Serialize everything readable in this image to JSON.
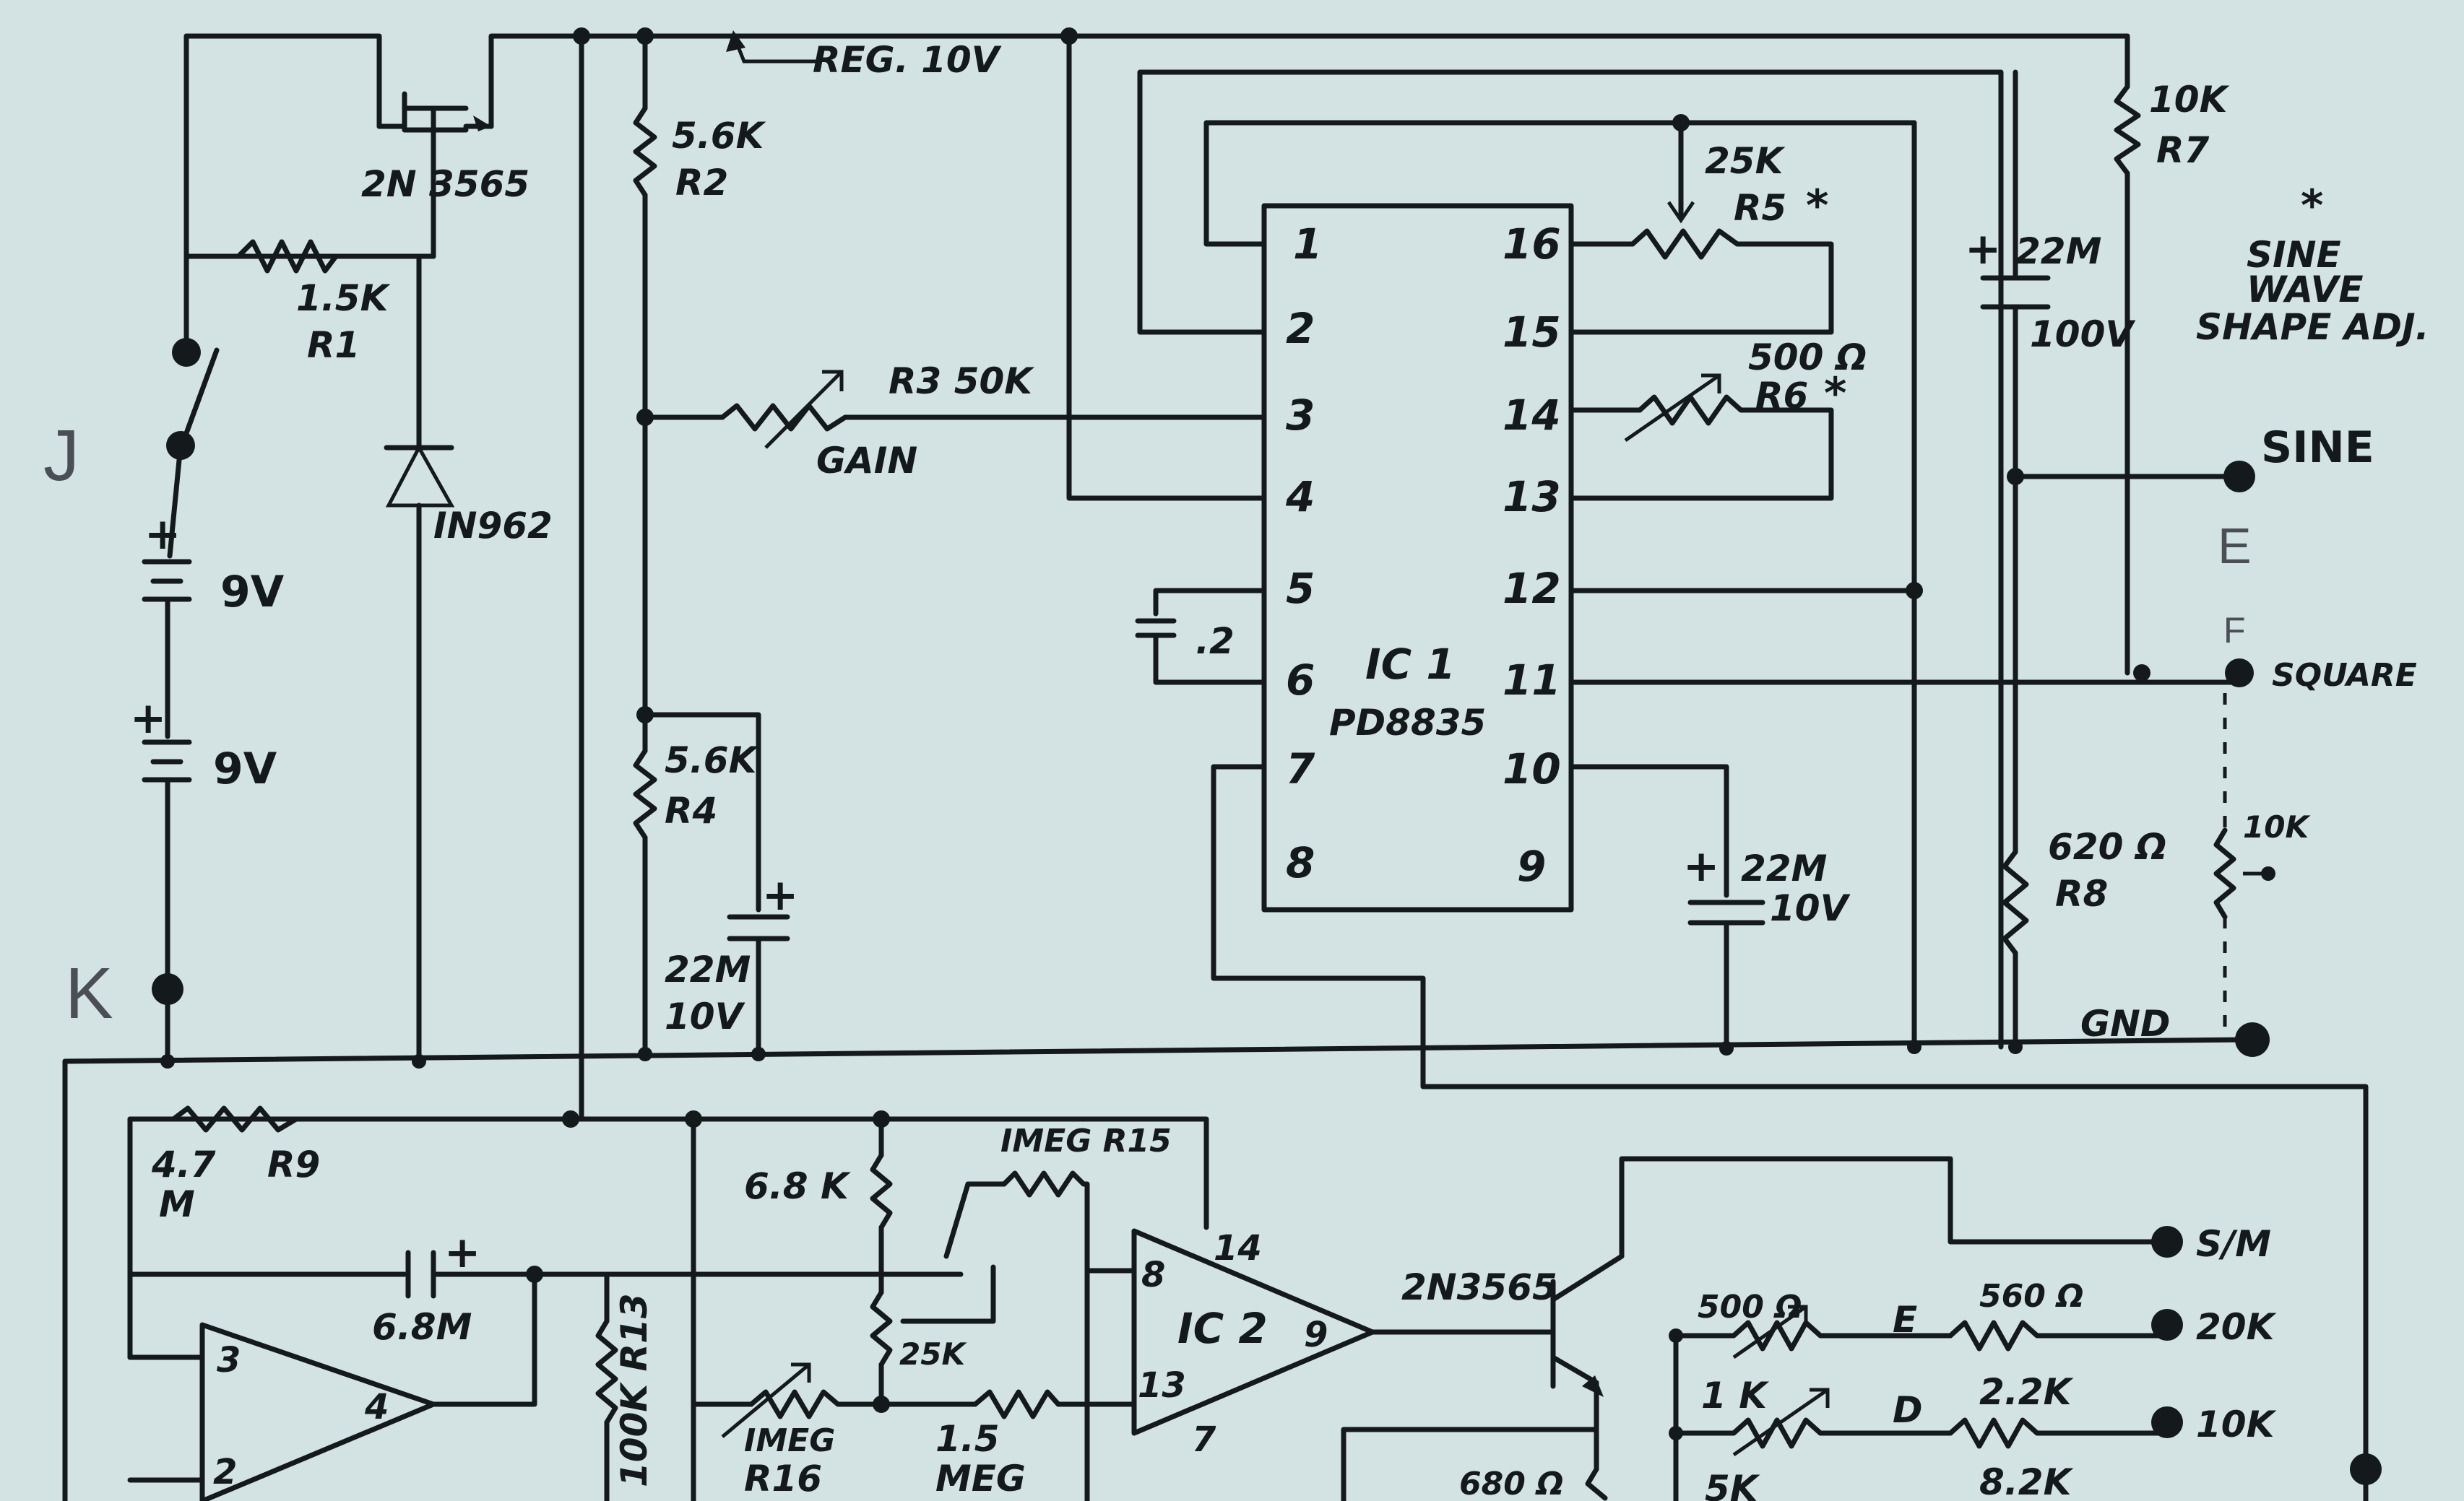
{
  "labels": {
    "reg10v": "REG. 10V",
    "q1": "2N 3565",
    "r1v": "1.5K",
    "r1n": "R1",
    "zener": "IN962",
    "bat1": "9V",
    "bat2": "9V",
    "r2v": "5.6K",
    "r2n": "R2",
    "r3": "R3 50K",
    "gain": "GAIN",
    "r4v": "5.6K",
    "r4n": "R4",
    "c1v": "22M",
    "c1r": "10V",
    "c02": ".2",
    "ic1": "IC 1",
    "ic1p": "PD8835",
    "r5v": "25K",
    "r5n": "R5",
    "r6v": "500 Ω",
    "r6n": "R6",
    "c3v": "22M",
    "c3r": "100V",
    "c2v": "22M",
    "c2r": "10V",
    "r7v": "10K",
    "r7n": "R7",
    "note1": "SINE",
    "note2": "WAVE",
    "note3": "SHAPE ADJ.",
    "sine": "SINE",
    "E": "E",
    "F": "F",
    "square": "SQUARE",
    "r8v": "620 Ω",
    "r8n": "R8",
    "pot10k": "10K",
    "gnd": "GND",
    "J": "J",
    "K": "K",
    "r9v": "4.7",
    "r9m": "M",
    "r9n": "R9",
    "c68": "6.8M",
    "r13": "100K R13",
    "r68k": "6.8 K",
    "r15": "IMEG R15",
    "pot25k": "25K",
    "r16v": "IMEG",
    "r16n": "R16",
    "r15m": "1.5",
    "r15m2": "MEG",
    "ic2": "IC 2",
    "q2": "2N3565",
    "sm": "S/M",
    "t500": "500 Ω",
    "tE": "E",
    "t560": "560 Ω",
    "o20k": "20K",
    "t1k": "1 K",
    "tD": "D",
    "t22k": "2.2K",
    "o10k": "10K",
    "r680": "680 Ω",
    "t5k": "5K",
    "t82k": "8.2K"
  },
  "ic1_pins": {
    "left": [
      "1",
      "2",
      "3",
      "4",
      "5",
      "6",
      "7",
      "8"
    ],
    "right": [
      "16",
      "15",
      "14",
      "13",
      "12",
      "11",
      "10",
      "9"
    ]
  },
  "ic2_pins": {
    "p8": "8",
    "p13": "13",
    "p14": "14",
    "p7": "7",
    "p9": "9"
  },
  "opamp_pins": {
    "p3": "3",
    "p2": "2",
    "p4": "4"
  },
  "bat_plus": "+"
}
